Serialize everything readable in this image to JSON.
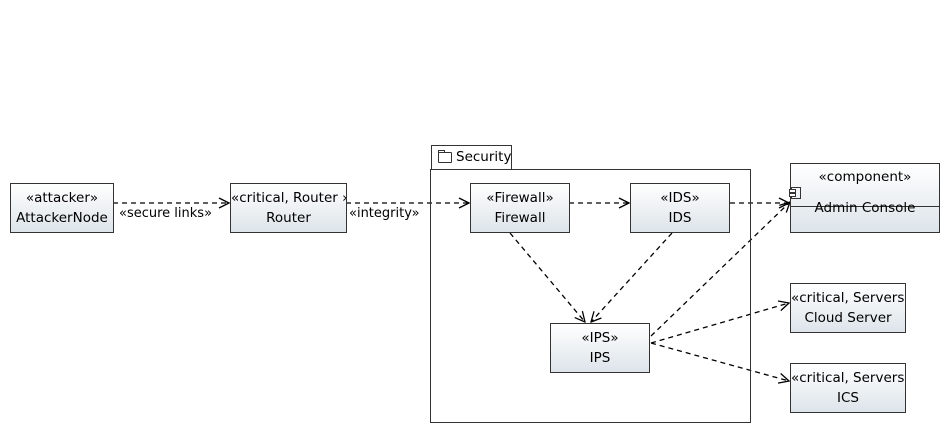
{
  "package": {
    "name": "Security",
    "icon": "folder-icon"
  },
  "nodes": {
    "attacker": {
      "stereotype": "«attacker»",
      "name": "AttackerNode"
    },
    "router": {
      "stereotype": "«critical, Router »",
      "name": "Router"
    },
    "firewall": {
      "stereotype": "«Firewall»",
      "name": "Firewall"
    },
    "ids": {
      "stereotype": "«IDS»",
      "name": "IDS"
    },
    "ips": {
      "stereotype": "«IPS»",
      "name": "IPS"
    },
    "admin": {
      "stereotype": "«component»",
      "name": "Admin Console",
      "icon": "component-icon"
    },
    "cloud": {
      "stereotype": "«critical, Servers»",
      "name": "Cloud Server"
    },
    "ics": {
      "stereotype": "«critical, Servers»",
      "name": "ICS"
    }
  },
  "edge_labels": {
    "attacker_router": "«secure links»",
    "router_firewall": "«integrity»"
  }
}
